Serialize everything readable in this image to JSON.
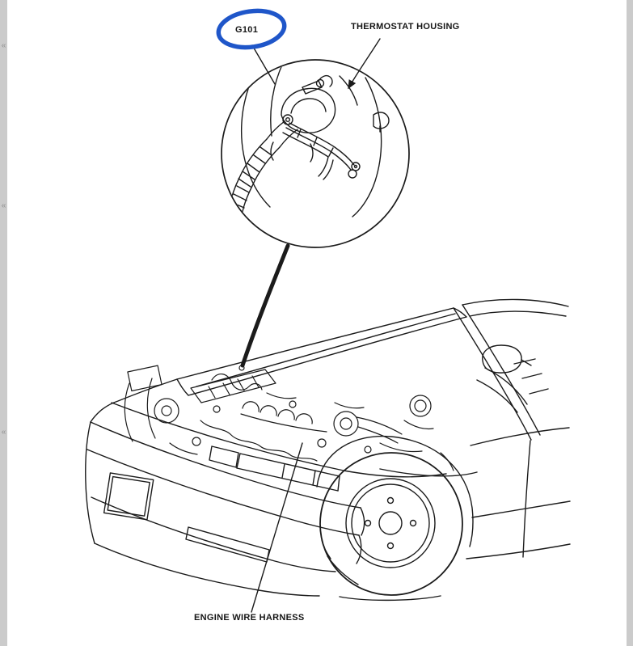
{
  "page": {
    "background_color": "#ffffff",
    "edge_strip_color": "#cbcbcb",
    "edge_marks": [
      "«",
      "«",
      "«"
    ]
  },
  "diagram": {
    "line_color": "#1b1b1b",
    "labels": {
      "ground_point": "G101",
      "thermostat_housing": "THERMOSTAT HOUSING",
      "engine_wire_harness": "ENGINE WIRE HARNESS"
    },
    "highlight": {
      "color": "#1f56c9",
      "shape": "hand-drawn-ellipse",
      "around": "G101"
    }
  }
}
